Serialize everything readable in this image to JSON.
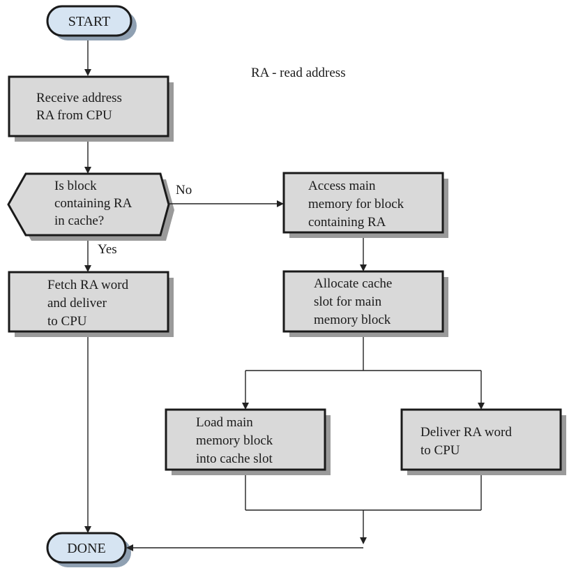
{
  "legend": "RA - read address",
  "nodes": {
    "start": "START",
    "receive": [
      "Receive address",
      "RA from CPU"
    ],
    "decision": [
      "Is block",
      "containing RA",
      "in cache?"
    ],
    "fetch": [
      "Fetch RA word",
      "and deliver",
      "to CPU"
    ],
    "access": [
      "Access main",
      "memory for block",
      "containing RA"
    ],
    "allocate": [
      "Allocate cache",
      "slot for main",
      "memory block"
    ],
    "load": [
      "Load main",
      "memory block",
      "into cache slot"
    ],
    "deliver": [
      "Deliver RA word",
      "to CPU"
    ],
    "done": "DONE"
  },
  "edges": {
    "no_label": "No",
    "yes_label": "Yes"
  }
}
